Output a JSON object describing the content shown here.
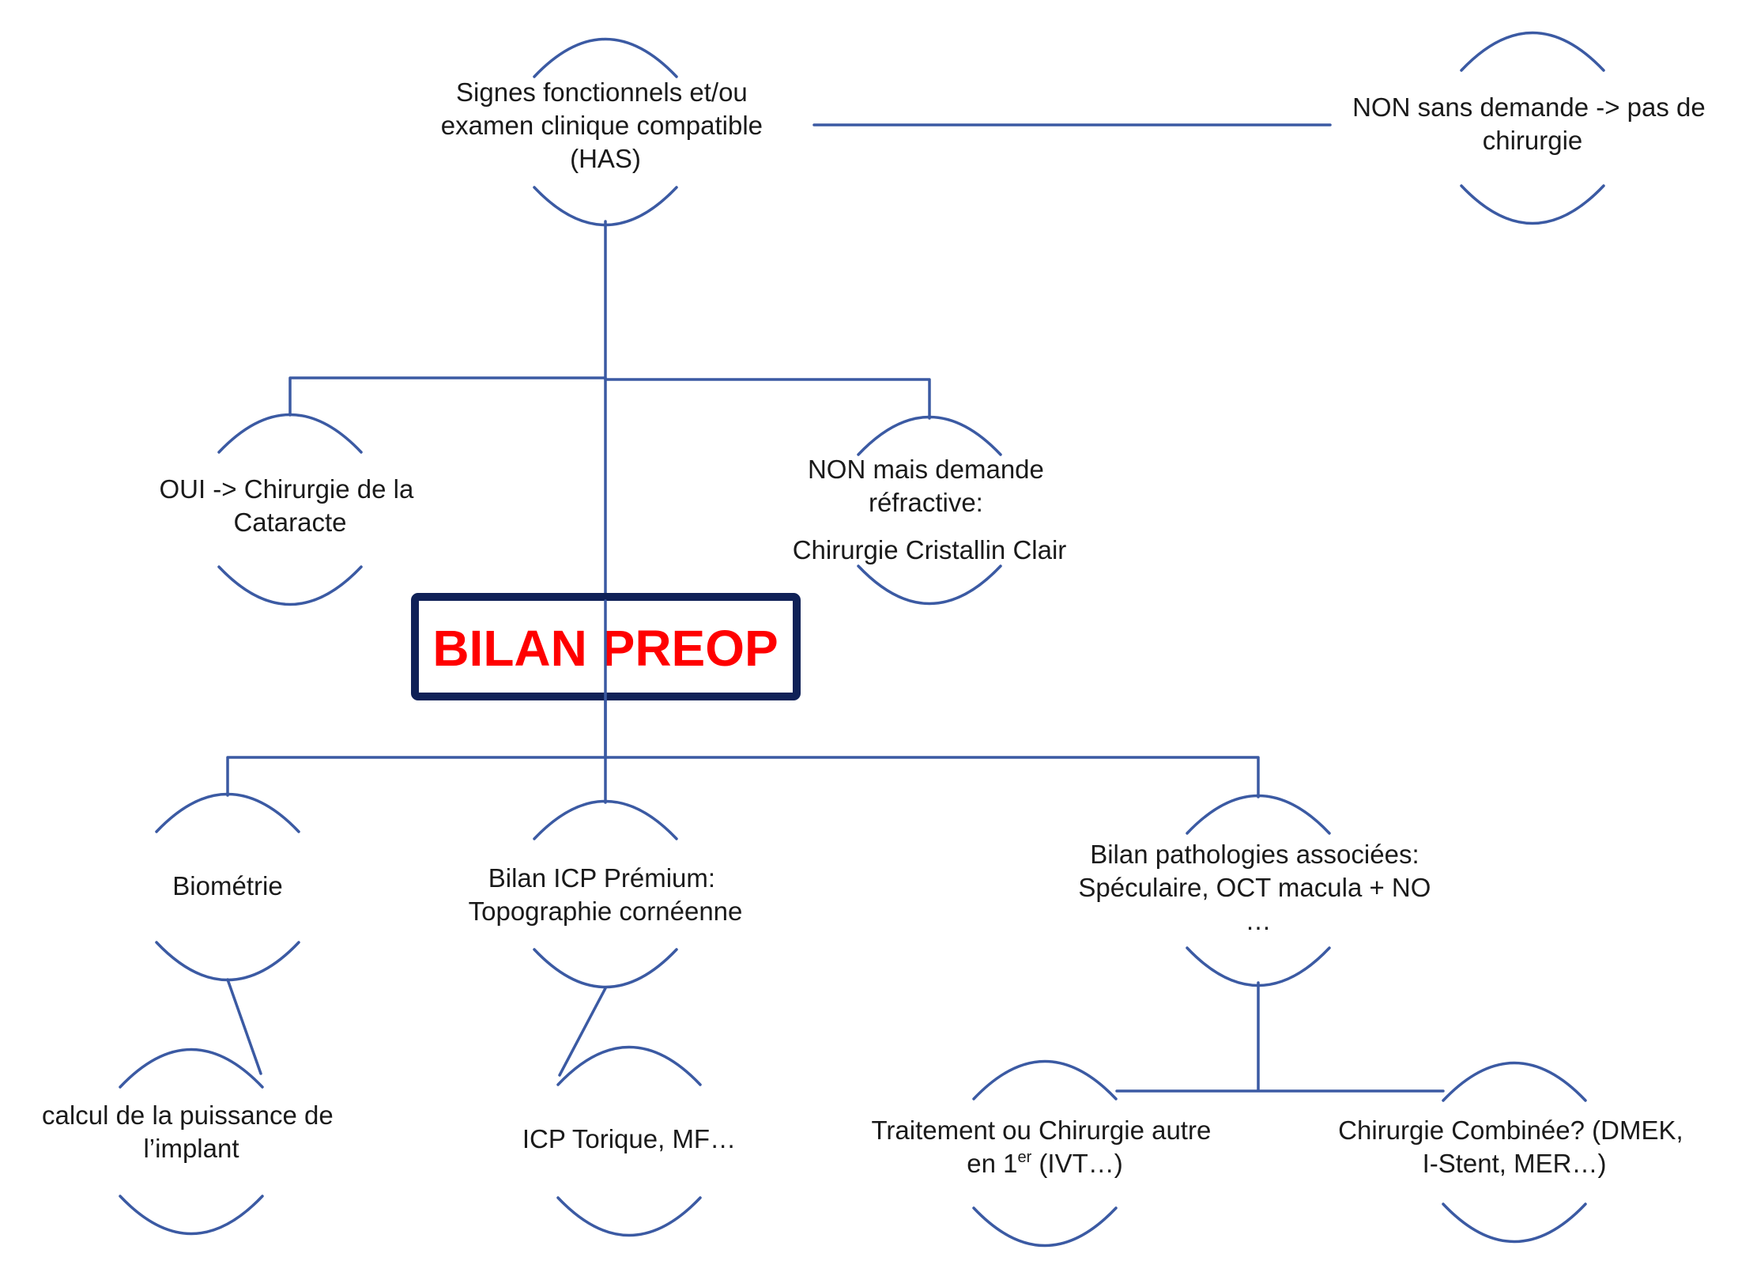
{
  "nodes": {
    "signes": {
      "lines": [
        "Signes fonctionnels et/ou",
        "examen clinique compatible",
        "(HAS)"
      ]
    },
    "non_sans": {
      "lines": [
        "NON sans demande -> pas de",
        "chirurgie"
      ]
    },
    "oui": {
      "lines": [
        "OUI -> Chirurgie de la",
        "Cataracte"
      ]
    },
    "non_mais": {
      "lines": [
        "NON mais demande",
        "réfractive:",
        "Chirurgie Cristallin Clair"
      ]
    },
    "bilan": {
      "label": "BILAN PREOP"
    },
    "biometrie": {
      "lines": [
        "Biométrie"
      ]
    },
    "bilan_icp": {
      "lines": [
        "Bilan ICP Prémium:",
        "Topographie cornéenne"
      ]
    },
    "bilan_patho": {
      "lines": [
        "Bilan pathologies associées:",
        "Spéculaire, OCT macula + NO",
        "…"
      ]
    },
    "calcul": {
      "lines": [
        "calcul de la puissance de",
        "l’implant"
      ]
    },
    "icp_torique": {
      "lines": [
        "ICP Torique, MF…"
      ]
    },
    "traitement": {
      "line1": "Traitement ou Chirurgie autre",
      "line2_pre": "en 1",
      "line2_sup": "er",
      "line2_post": " (IVT…)"
    },
    "combinee": {
      "lines": [
        "Chirurgie Combinée? (DMEK,",
        "I-Stent, MER…)"
      ]
    }
  },
  "colors": {
    "connector": "#3b5aa3",
    "box_border": "#0f2157",
    "title_text": "#ff0000",
    "label_text": "#1a1a1a"
  }
}
